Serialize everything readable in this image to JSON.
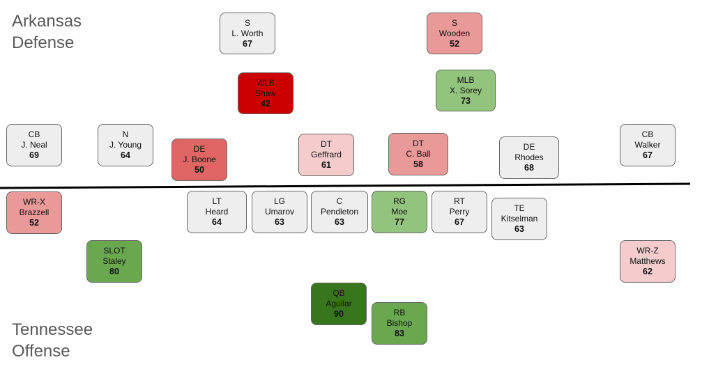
{
  "defense_title": [
    "Arkansas",
    "Defense"
  ],
  "offense_title": [
    "Tennessee",
    "Offense"
  ],
  "defense": [
    {
      "pos": "S",
      "name": "L. Worth",
      "rating": "67",
      "color": "#eeeeee"
    },
    {
      "pos": "S",
      "name": "Wooden",
      "rating": "52",
      "color": "#ea9999"
    },
    {
      "pos": "WLB",
      "name": "Shaw",
      "rating": "42",
      "color": "#cc0000"
    },
    {
      "pos": "MLB",
      "name": "X. Sorey",
      "rating": "73",
      "color": "#93c47d"
    },
    {
      "pos": "CB",
      "name": "J. Neal",
      "rating": "69",
      "color": "#eeeeee"
    },
    {
      "pos": "N",
      "name": "J. Young",
      "rating": "64",
      "color": "#eeeeee"
    },
    {
      "pos": "DE",
      "name": "J. Boone",
      "rating": "50",
      "color": "#e06666"
    },
    {
      "pos": "DT",
      "name": "Geffrard",
      "rating": "61",
      "color": "#f4cccc"
    },
    {
      "pos": "DT",
      "name": "C. Ball",
      "rating": "58",
      "color": "#ea9999"
    },
    {
      "pos": "DE",
      "name": "Rhodes",
      "rating": "68",
      "color": "#eeeeee"
    },
    {
      "pos": "CB",
      "name": "Walker",
      "rating": "67",
      "color": "#eeeeee"
    }
  ],
  "offense": [
    {
      "pos": "WR-X",
      "name": "Brazzell",
      "rating": "52",
      "color": "#ea9999"
    },
    {
      "pos": "LT",
      "name": "Heard",
      "rating": "64",
      "color": "#eeeeee"
    },
    {
      "pos": "LG",
      "name": "Umarov",
      "rating": "63",
      "color": "#eeeeee"
    },
    {
      "pos": "C",
      "name": "Pendleton",
      "rating": "63",
      "color": "#eeeeee"
    },
    {
      "pos": "RG",
      "name": "Moe",
      "rating": "77",
      "color": "#93c47d"
    },
    {
      "pos": "RT",
      "name": "Perry",
      "rating": "67",
      "color": "#eeeeee"
    },
    {
      "pos": "TE",
      "name": "Kitselman",
      "rating": "63",
      "color": "#eeeeee"
    },
    {
      "pos": "SLOT",
      "name": "Staley",
      "rating": "80",
      "color": "#6aa84f"
    },
    {
      "pos": "WR-Z",
      "name": "Matthews",
      "rating": "62",
      "color": "#f4cccc"
    },
    {
      "pos": "QB",
      "name": "Aguilar",
      "rating": "90",
      "color": "#38761d"
    },
    {
      "pos": "RB",
      "name": "Bishop",
      "rating": "83",
      "color": "#6aa84f"
    }
  ]
}
